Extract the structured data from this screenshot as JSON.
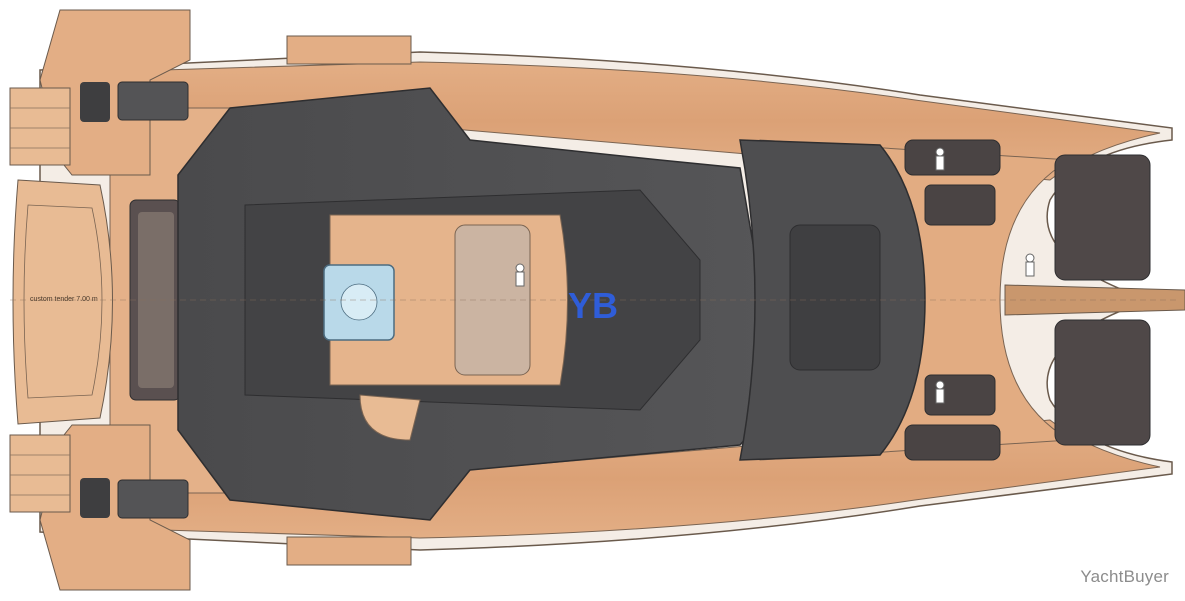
{
  "plan": {
    "tender_label": "custom tender 7.00 m",
    "logo_mark": "YB"
  },
  "watermark": "YachtBuyer",
  "colors": {
    "deck": "#dda47a",
    "deck_light": "#e8bb94",
    "deck_dark": "#c98f66",
    "hull_outline": "#6a5a4c",
    "superstructure": "#4f4f51",
    "superstructure_dark": "#3b3b3d",
    "superstructure_light": "#5e5e60",
    "pool_water": "#b9d9e9",
    "logo": "#2f5dd8",
    "watermark": "#8c8c8c"
  },
  "icons": [
    "human-figure-icon",
    "hot-tub-icon",
    "yachtbuyer-logo-icon"
  ]
}
